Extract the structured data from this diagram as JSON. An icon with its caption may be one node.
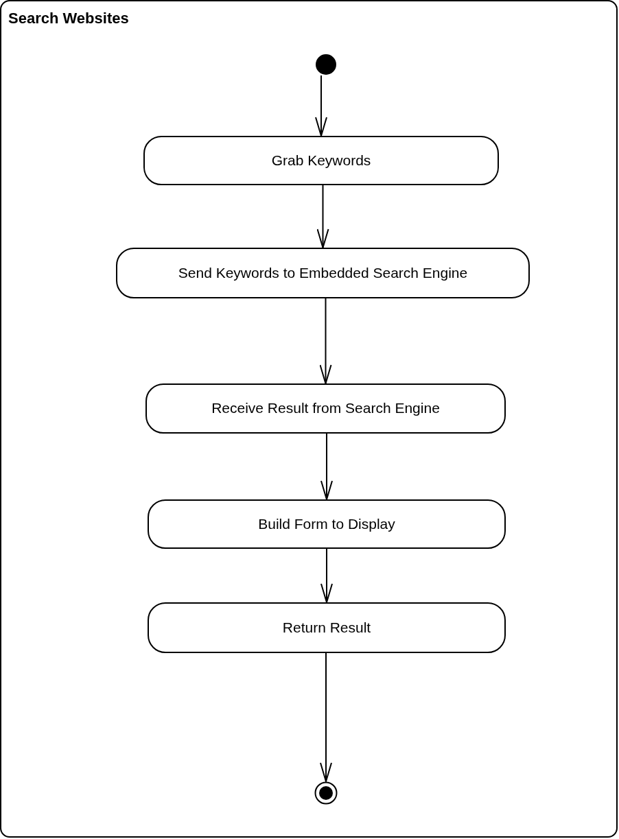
{
  "diagram": {
    "nodes": [
      {
        "text": [
          "Search Websites"
        ]
      },
      {
        "text": [],
        "shape": "circle",
        "in": 0
      },
      {
        "text": [
          "Grab Keywords"
        ],
        "in": 0
      },
      {
        "text": [
          "Send Keywords to Embedded Search Engine"
        ],
        "in": 0
      },
      {
        "text": [
          "Receive Result from Search Engine"
        ],
        "in": 0
      },
      {
        "text": [
          "Build Form to Display"
        ],
        "in": 0
      },
      {
        "text": [
          "Return Result"
        ],
        "in": 0
      },
      {
        "text": [],
        "shape": "bullseye",
        "in": 0
      }
    ],
    "edges": [
      {
        "from": 1,
        "to": 2,
        "arrow": "to"
      },
      {
        "from": 2,
        "to": 3,
        "arrow": "to"
      },
      {
        "from": 3,
        "to": 4,
        "arrow": "to"
      },
      {
        "from": 4,
        "to": 5,
        "arrow": "to"
      },
      {
        "from": 5,
        "to": 6,
        "arrow": "to"
      },
      {
        "from": 6,
        "to": 7,
        "arrow": "to"
      }
    ]
  }
}
